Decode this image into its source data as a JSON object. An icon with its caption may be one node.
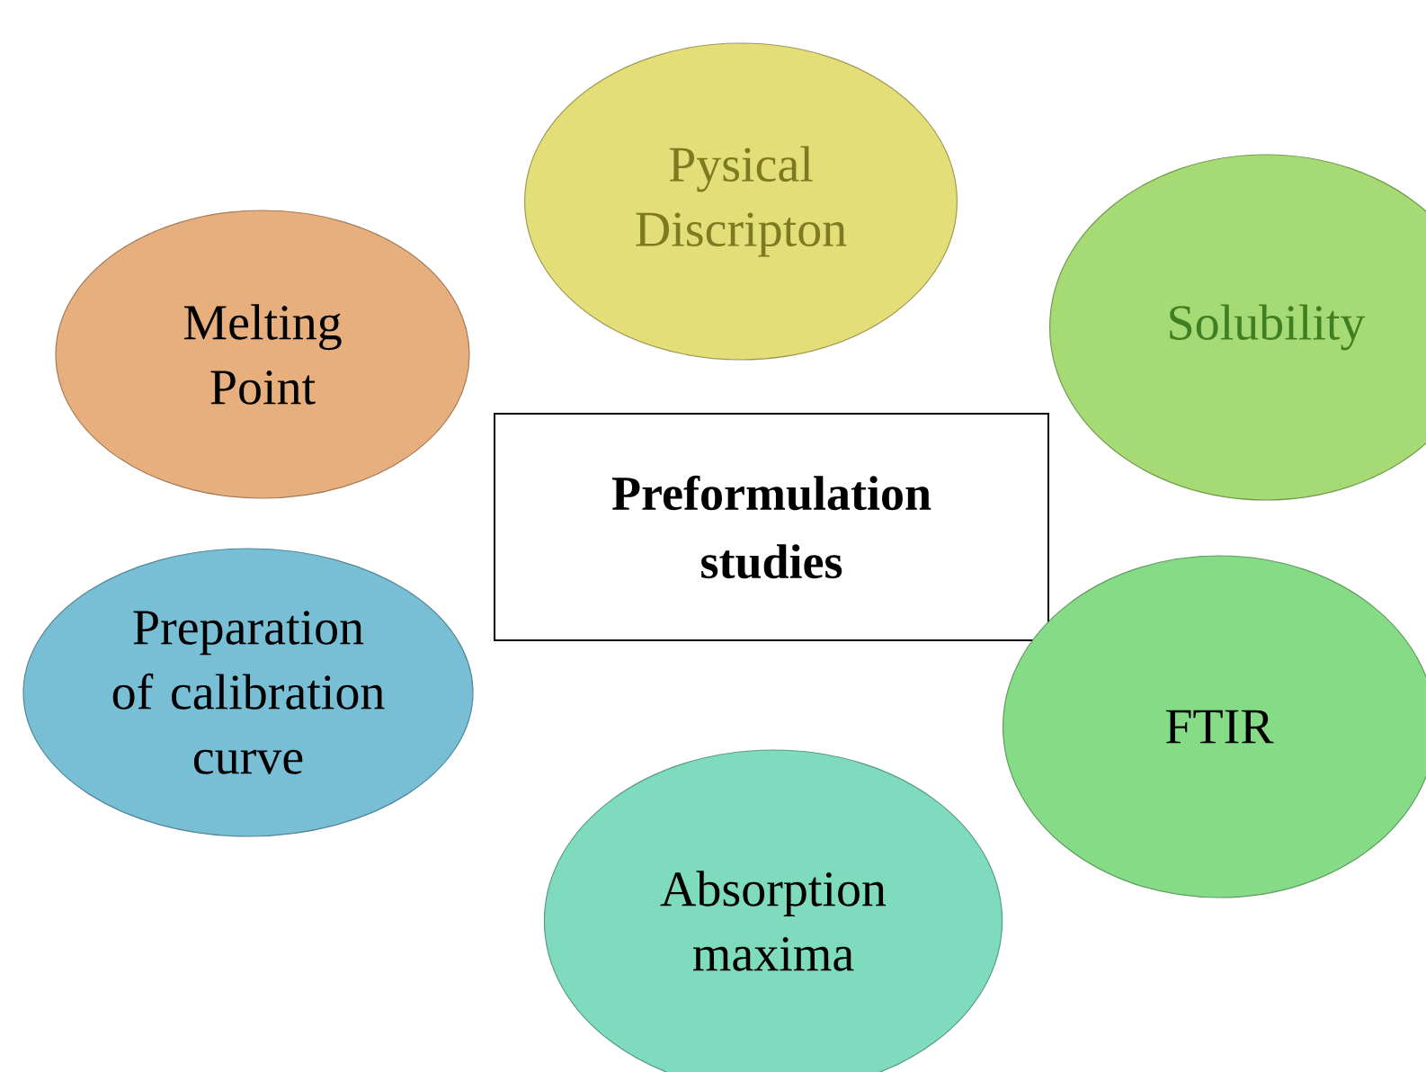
{
  "diagram": {
    "nodes": [
      {
        "text": [
          "**Preformulation studies**"
        ]
      },
      {
        "text": [
          "Pysical Discripton"
        ]
      },
      {
        "text": [
          "Solubility"
        ]
      },
      {
        "text": [
          "FTIR"
        ]
      },
      {
        "text": [
          "Absorption maxima"
        ]
      },
      {
        "text": [
          "Preparation of calibration curve"
        ]
      },
      {
        "text": [
          "Melting Point"
        ]
      }
    ]
  }
}
